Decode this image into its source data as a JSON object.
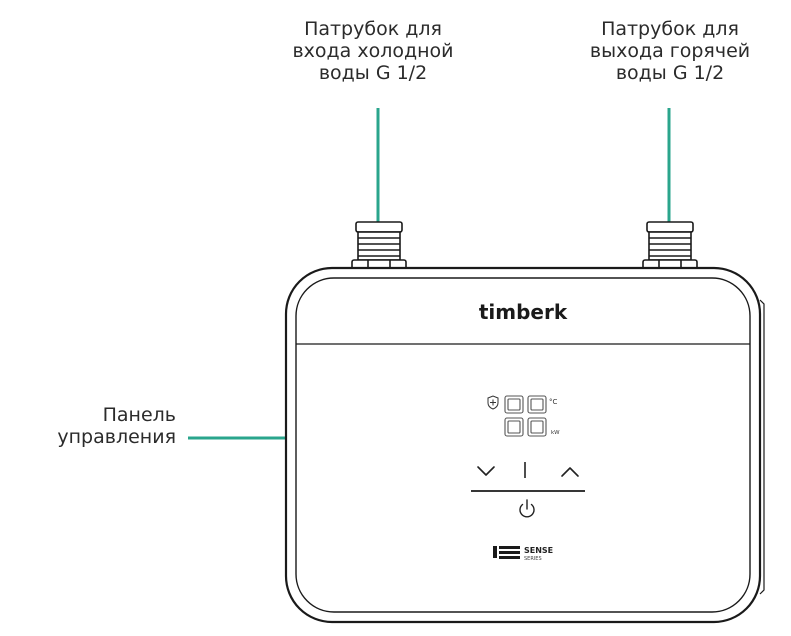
{
  "labels": {
    "cold_inlet": [
      "Патрубок для",
      "входа холодной",
      "воды G 1/2"
    ],
    "hot_outlet": [
      "Патрубок для",
      "выхода горячей",
      "воды G 1/2"
    ],
    "control_panel": [
      "Панель",
      "управления"
    ]
  },
  "device": {
    "brand": "timberk",
    "display": {
      "digits": "88",
      "unit_temp": "°C",
      "unit_power": "kW"
    },
    "series_badge": {
      "line1": "SENSE",
      "line2": "SERIES"
    }
  },
  "icons": [
    "shield-plus-icon",
    "chevron-down-icon",
    "divider-bar-icon",
    "chevron-up-icon",
    "power-icon"
  ],
  "colors": {
    "leader_line": "#2aa58c",
    "outline": "#1a1a1a",
    "text": "#2b2b2b"
  }
}
